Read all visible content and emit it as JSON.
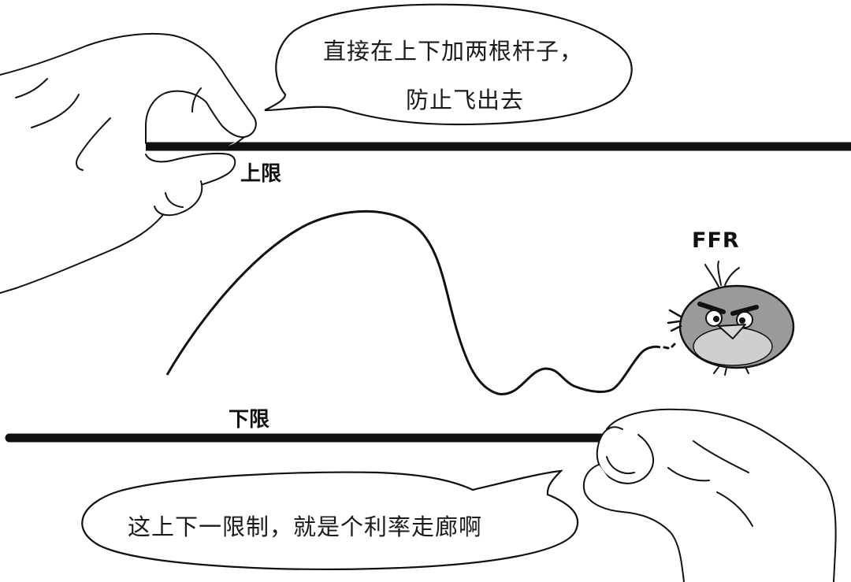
{
  "bubble_top": {
    "line1": "直接在上下加两根杆子，",
    "line2": "防止飞出去"
  },
  "bubble_bottom": {
    "text": "这上下一限制，就是个利率走廊啊"
  },
  "labels": {
    "upper": "上限",
    "lower": "下限",
    "bird": "FFR"
  },
  "colors": {
    "ink": "#111111",
    "bird_body": "#9a9a9a",
    "bird_belly": "#cfcfcf",
    "paper": "#ffffff"
  }
}
